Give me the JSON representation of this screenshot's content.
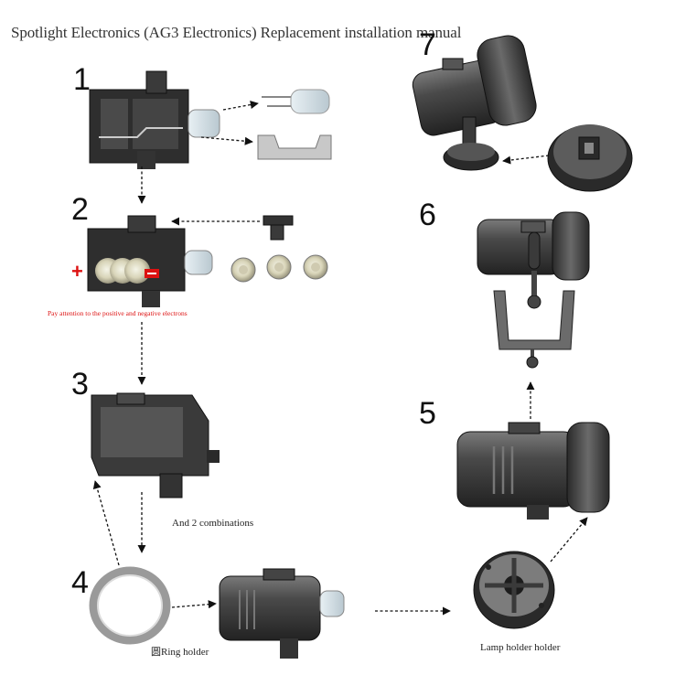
{
  "title": "Spotlight Electronics (AG3 Electronics) Replacement installation manual",
  "steps": [
    "1",
    "2",
    "3",
    "4",
    "5",
    "6",
    "7"
  ],
  "captions": {
    "warning": "Pay attention to the positive and negative electrons",
    "combinations": "And 2 combinations",
    "ring_prefix": "圆",
    "ring_holder": "Ring holder",
    "lamp_holder": "Lamp holder holder",
    "plus_sign": "+"
  },
  "colors": {
    "plastic": "#3a3a3a",
    "plastic_light": "#6b6b6b",
    "metal": "#b8b8b8",
    "warning": "#dd1111"
  }
}
